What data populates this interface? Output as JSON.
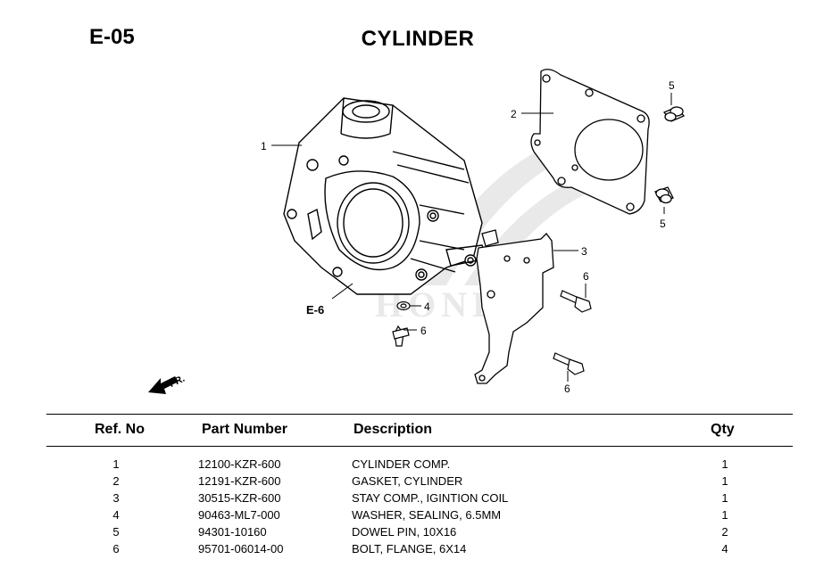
{
  "page": {
    "code": "E-05",
    "title": "CYLINDER"
  },
  "diagram": {
    "callouts": {
      "c1": "1",
      "c2": "2",
      "c3": "3",
      "c4": "4",
      "c5a": "5",
      "c5b": "5",
      "c6a": "6",
      "c6b": "6",
      "c6c": "6"
    },
    "ref_label": "E-6",
    "front_label": "FR.",
    "watermark": "HONDA"
  },
  "table": {
    "headers": {
      "ref": "Ref. No",
      "part": "Part Number",
      "desc": "Description",
      "qty": "Qty"
    },
    "rows": [
      {
        "ref": "1",
        "part": "12100-KZR-600",
        "desc": "CYLINDER COMP.",
        "qty": "1"
      },
      {
        "ref": "2",
        "part": "12191-KZR-600",
        "desc": "GASKET, CYLINDER",
        "qty": "1"
      },
      {
        "ref": "3",
        "part": "30515-KZR-600",
        "desc": "STAY COMP., IGINTION COIL",
        "qty": "1"
      },
      {
        "ref": "4",
        "part": "90463-ML7-000",
        "desc": "WASHER, SEALING, 6.5MM",
        "qty": "1"
      },
      {
        "ref": "5",
        "part": "94301-10160",
        "desc": "DOWEL PIN, 10X16",
        "qty": "2"
      },
      {
        "ref": "6",
        "part": "95701-06014-00",
        "desc": "BOLT, FLANGE, 6X14",
        "qty": "4"
      }
    ]
  }
}
